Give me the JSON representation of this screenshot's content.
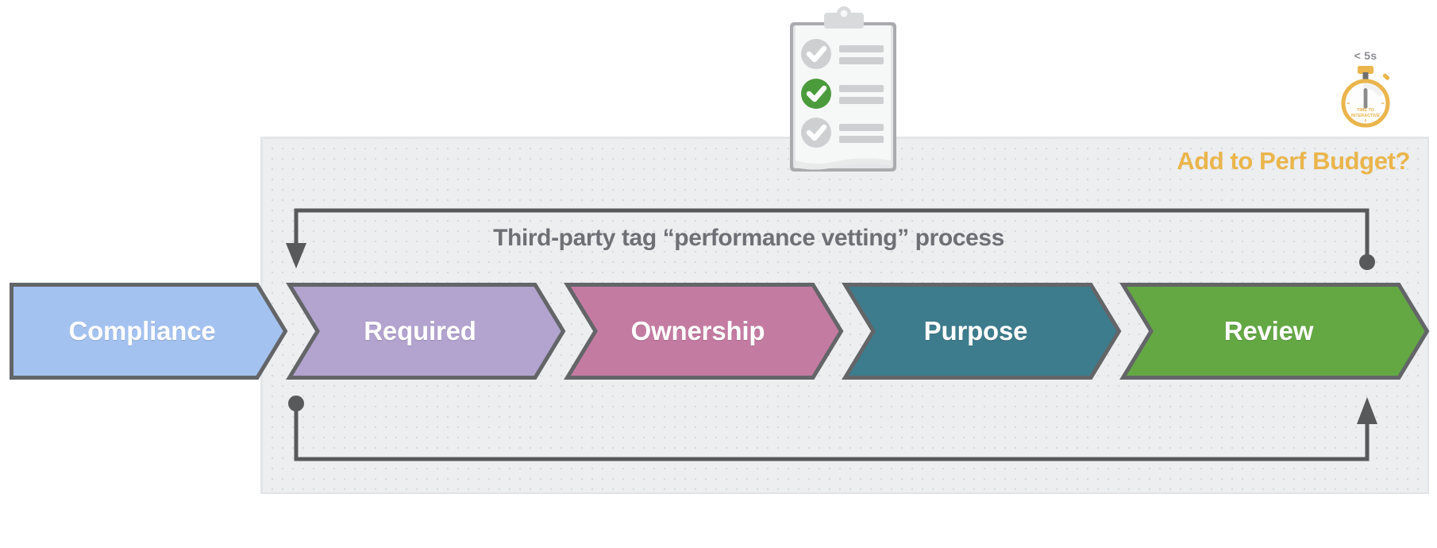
{
  "panel": {
    "perf_budget_label": "Add to Perf Budget?",
    "process_title": "Third-party tag “performance vetting” process",
    "accent_color": "#eab54c",
    "title_color": "#6e7075",
    "background_color": "#eceef0"
  },
  "stages": [
    {
      "label": "Compliance",
      "color": "#a4c2f0",
      "border": "#636568"
    },
    {
      "label": "Required",
      "color": "#b2a3cf",
      "border": "#636568"
    },
    {
      "label": "Ownership",
      "color": "#c47ba2",
      "border": "#636568"
    },
    {
      "label": "Purpose",
      "color": "#3d7c8c",
      "border": "#636568"
    },
    {
      "label": "Review",
      "color": "#64a844",
      "border": "#636568"
    }
  ],
  "connectors": {
    "line_color": "#58595b",
    "top": {
      "from": "review-stage",
      "to": "compliance-stage",
      "start_marker": "dot",
      "end_marker": "arrow-down"
    },
    "bottom": {
      "from": "compliance-stage",
      "to": "review-stage",
      "start_marker": "dot",
      "end_marker": "arrow-up"
    }
  },
  "stopwatch": {
    "time_label": "< 5s",
    "dial_line_1": "TIME TO",
    "dial_line_2": "INTERACTIVE",
    "color": "#eab54c"
  },
  "clipboard": {
    "checklist_items": [
      {
        "state": "unchecked",
        "check_color": "#c9cacb"
      },
      {
        "state": "checked",
        "check_color": "#4b9b3c"
      },
      {
        "state": "unchecked",
        "check_color": "#c9cacb"
      }
    ]
  }
}
